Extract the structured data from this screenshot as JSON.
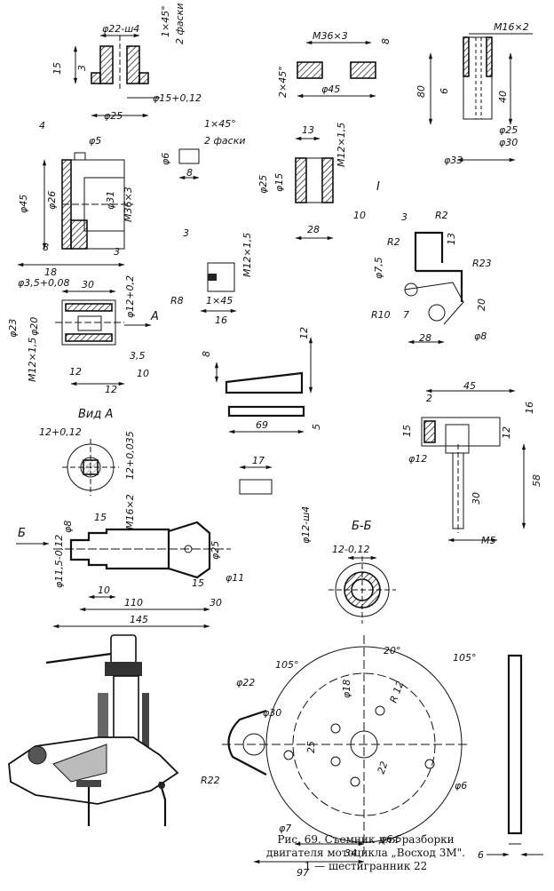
{
  "figure": {
    "caption_line1": "Рис. 69. Съемник для разборки",
    "caption_line2": "двигателя мотоцикла „Восход 3М\".",
    "caption_line3": "1 — шестигранник 22"
  },
  "part_bushing": {
    "d_outer": "φ22-ш4",
    "chamfer": "1×45°",
    "chamfer_note": "2 фаски",
    "h_total": "15",
    "h_step": "3",
    "d_inner": "φ15+0,12",
    "d_base": "φ25"
  },
  "part_nut_m36": {
    "thread": "M36×3",
    "thickness": "8",
    "chamfer": "2×45°",
    "diameter": "φ45"
  },
  "part_tube_m16": {
    "thread": "M16×2",
    "length": "80",
    "step": "6",
    "inner_len": "40",
    "d_inner": "φ25",
    "d_mid": "φ30",
    "d_outer": "φ33"
  },
  "part_flange": {
    "w_top": "4",
    "d_small": "φ5",
    "d_outer": "φ45",
    "d_mid": "φ26",
    "d_bore": "φ31",
    "thread": "M36×3",
    "h_base": "8",
    "h_flange": "3",
    "length": "18"
  },
  "part_pin": {
    "chamfer": "1×45°",
    "chamfer_note": "2 фаски",
    "diameter": "φ6",
    "length": "8"
  },
  "part_hex_nut": {
    "width": "13",
    "thread": "M12×1,5",
    "d_outer": "φ25",
    "d_inner": "φ15",
    "h_top": "10",
    "width_base": "28",
    "section_mark": "I"
  },
  "part_bracket": {
    "w_top": "3",
    "r_top": "R2",
    "height": "13",
    "r_left": "R2",
    "r_big": "R23",
    "d_hole": "φ7,5",
    "thickness": "20",
    "r_lower": "R10",
    "w_lower": "7",
    "w_base": "28",
    "d_base_hole": "φ8"
  },
  "part_screw": {
    "w_head": "3",
    "thread": "M12×1,5",
    "r_head": "R8",
    "chamfer": "1×45",
    "length": "16"
  },
  "part_sleeve": {
    "d_small": "φ3,5+0,08",
    "length_top": "30",
    "d_outer": "φ23",
    "d_mid": "φ20",
    "d_bore": "φ12+0,2",
    "view_arrow": "A",
    "thread": "M12×1,5",
    "step_a": "3,5",
    "step_b": "10",
    "len_a": "12",
    "len_b": "12"
  },
  "part_wedge": {
    "h_left": "8",
    "h_right": "12"
  },
  "part_bar": {
    "length": "69",
    "height": "5"
  },
  "view_a": {
    "title": "Вид A",
    "dim_left": "12+0,12",
    "dim_right": "12+0,035"
  },
  "part_roller": {
    "length": "17",
    "diameter": "φ12-ш4"
  },
  "part_t_handle": {
    "w_top": "2",
    "length": "45",
    "h_right": "16",
    "h_left": "15",
    "h_mid": "12",
    "diameter": "φ12",
    "h_stem": "30",
    "h_total": "58",
    "thread": "M5"
  },
  "part_shaft": {
    "section_letter": "Б",
    "d_left": "φ8",
    "d_outer": "φ11,5-0,12",
    "w_step": "15",
    "thread": "M16×2",
    "d_head": "φ25",
    "d_end": "φ11",
    "w_neck": "10",
    "w_end": "15",
    "len_110": "110",
    "len_30": "30",
    "len_total": "145"
  },
  "section_bb": {
    "title": "Б-Б",
    "dim": "12-0,12"
  },
  "part_plate": {
    "angle_left": "105°",
    "angle_top": "20°",
    "angle_right": "105°",
    "d_boss": "φ22",
    "d_hole_small": "φ18",
    "radius": "R 12",
    "d_circle": "φ30",
    "dist_25": "25",
    "dist_22": "22",
    "r_left": "R22",
    "d_edge": "φ6",
    "d_hole": "φ7",
    "d_center": "φ6,5",
    "len_34": "34",
    "len_97": "97",
    "thickness": "6"
  }
}
